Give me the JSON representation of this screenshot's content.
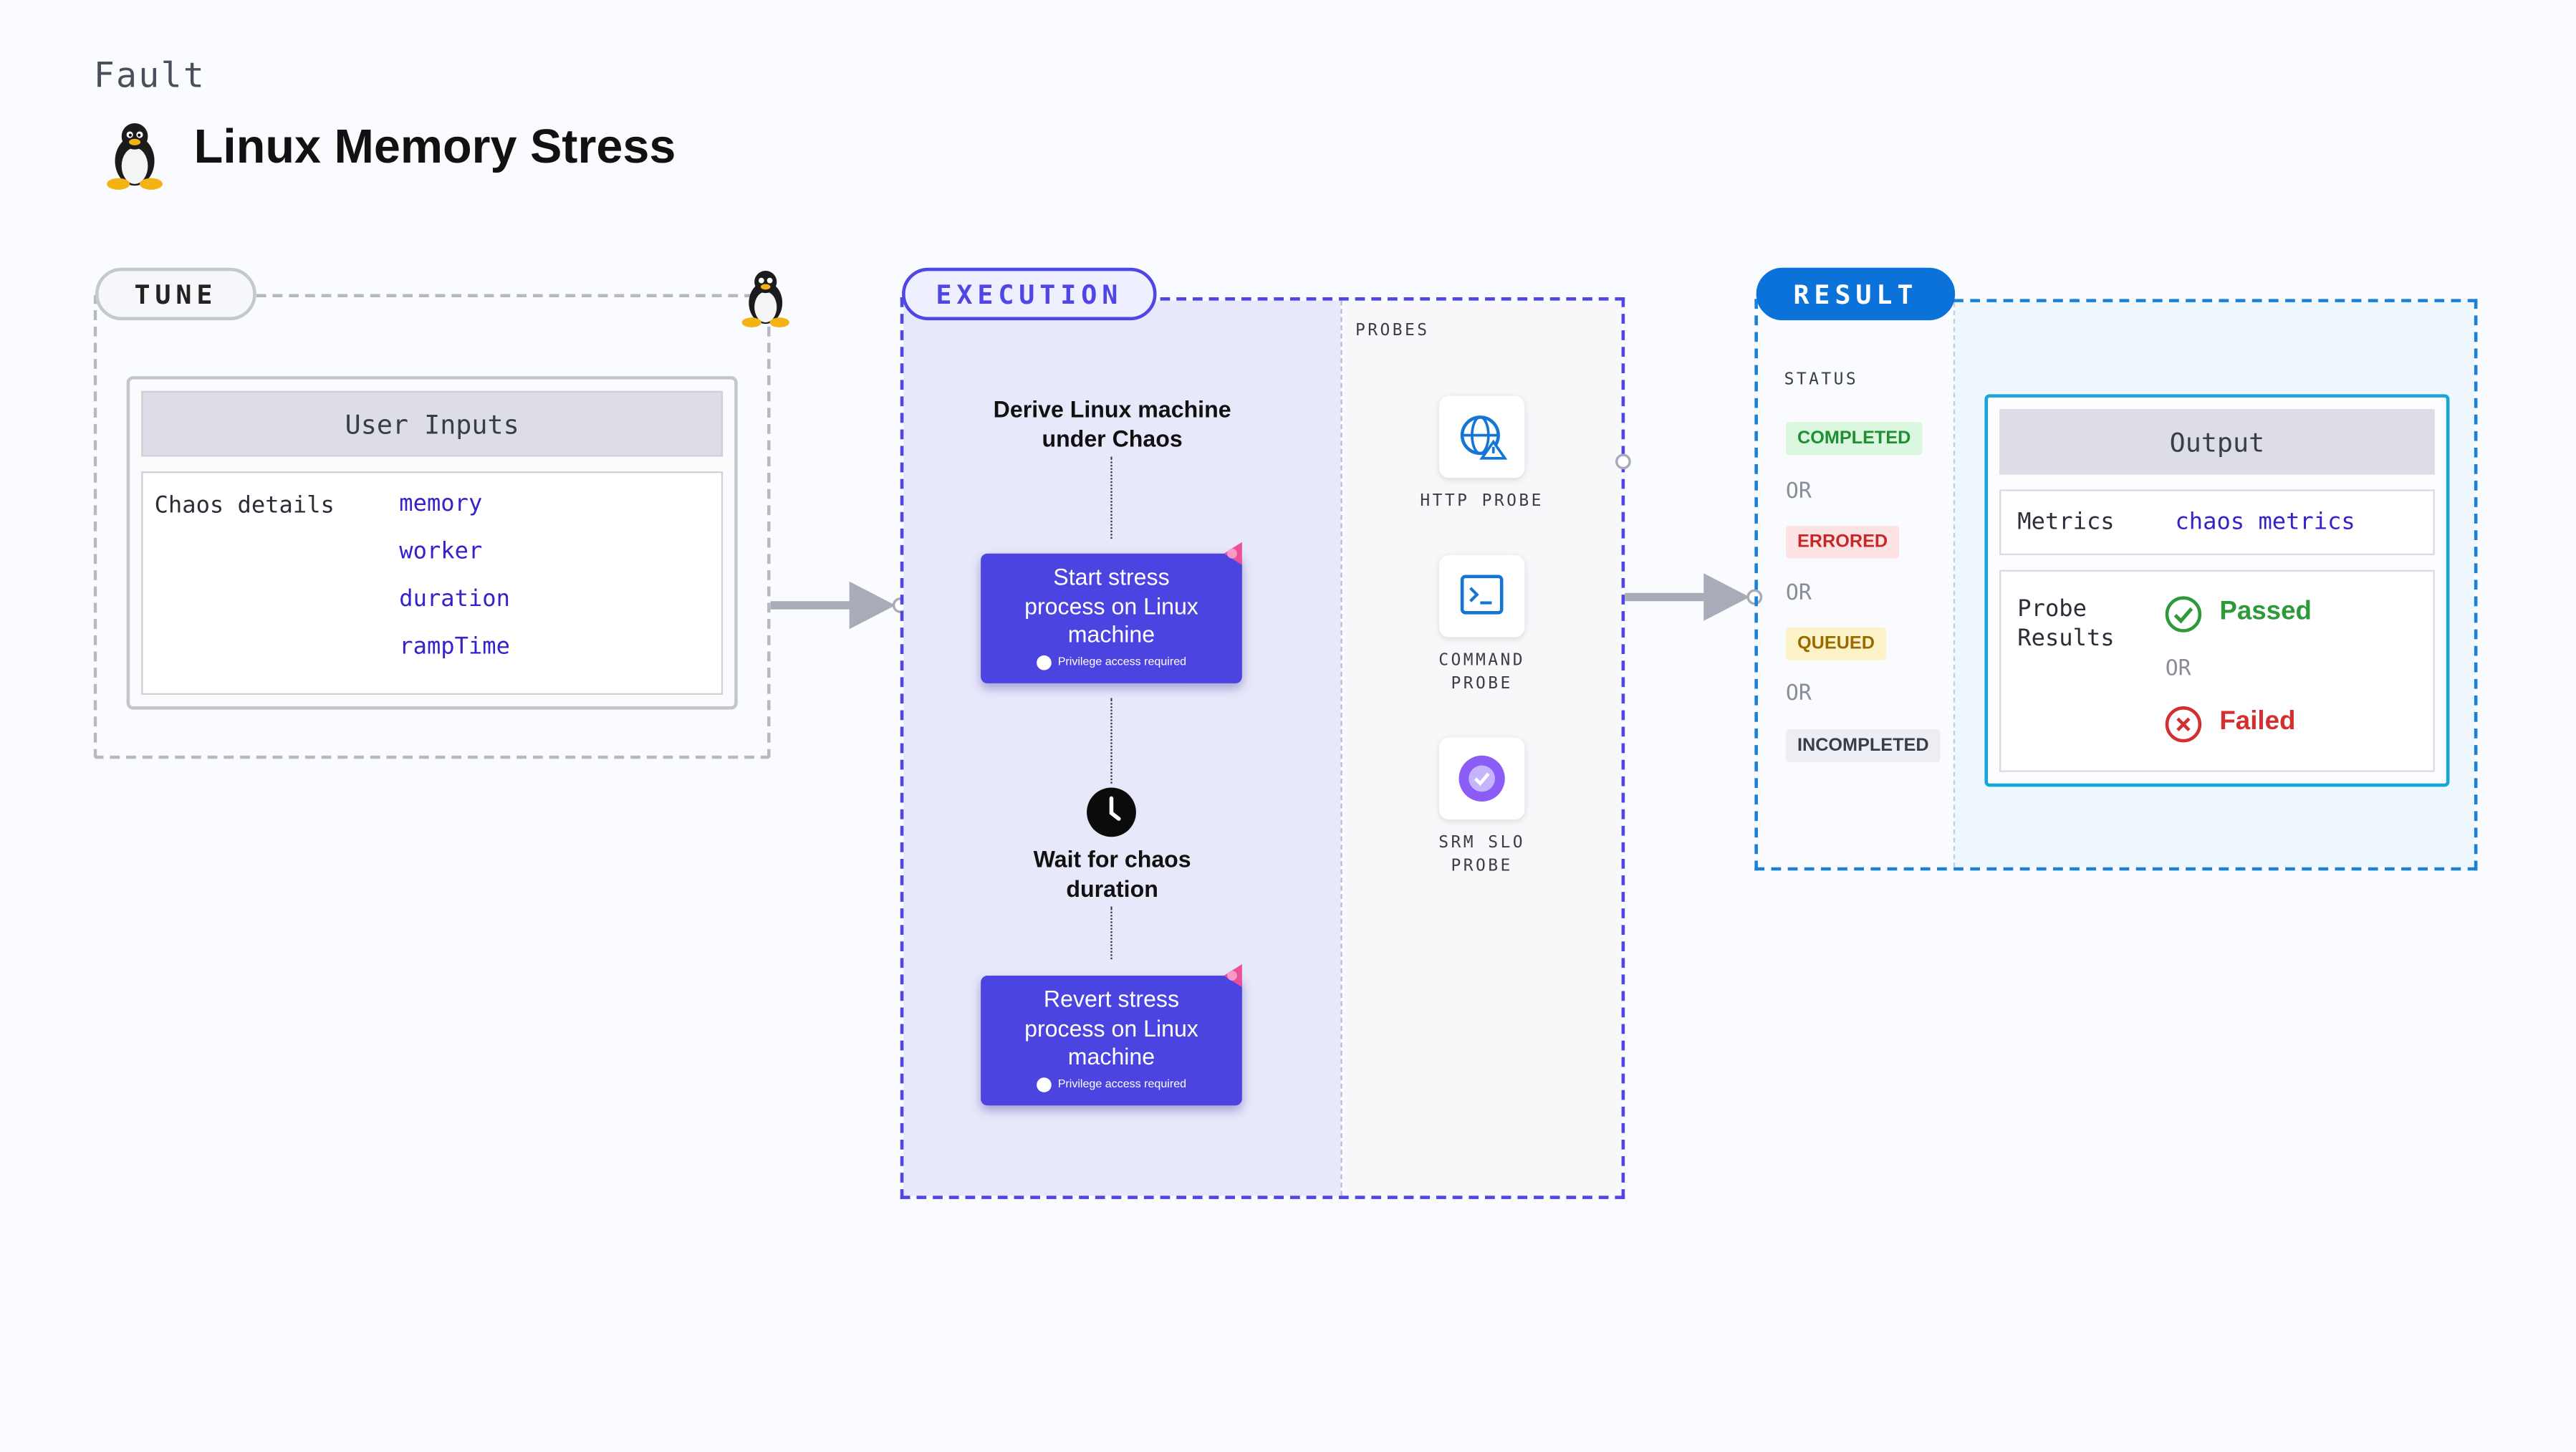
{
  "header": {
    "kind": "Fault",
    "title": "Linux Memory Stress"
  },
  "tune": {
    "pill": "TUNE",
    "user_inputs_title": "User Inputs",
    "chaos_details_label": "Chaos details",
    "params": [
      "memory",
      "worker",
      "duration",
      "rampTime"
    ]
  },
  "execution": {
    "pill": "EXECUTION",
    "step_derive": [
      "Derive Linux machine",
      "under Chaos"
    ],
    "step_start": [
      "Start stress",
      "process on Linux",
      "machine"
    ],
    "privilege": "Privilege access required",
    "step_wait": [
      "Wait for chaos",
      "duration"
    ],
    "step_revert": [
      "Revert stress",
      "process on Linux",
      "machine"
    ],
    "probes_label": "PROBES",
    "probes": [
      {
        "label": [
          "HTTP PROBE"
        ],
        "icon": "globe-warning-icon"
      },
      {
        "label": [
          "COMMAND",
          "PROBE"
        ],
        "icon": "terminal-icon"
      },
      {
        "label": [
          "SRM SLO",
          "PROBE"
        ],
        "icon": "slo-icon"
      }
    ]
  },
  "result": {
    "pill": "RESULT",
    "status_label": "STATUS",
    "statuses": [
      {
        "text": "COMPLETED",
        "bg": "#dcf7df",
        "fg": "#1e8f32"
      },
      {
        "text": "ERRORED",
        "bg": "#fde3e3",
        "fg": "#c62828"
      },
      {
        "text": "QUEUED",
        "bg": "#fdf3c9",
        "fg": "#9a6a00"
      },
      {
        "text": "INCOMPLETED",
        "bg": "#eceef3",
        "fg": "#3a3d48"
      }
    ],
    "or": "OR",
    "output_title": "Output",
    "metrics_key": "Metrics",
    "metrics_value": "chaos metrics",
    "probe_results_key": [
      "Probe",
      "Results"
    ],
    "passed": "Passed",
    "failed": "Failed"
  },
  "colors": {
    "exec_accent": "#4f46e5",
    "result_accent": "#0b72d9",
    "card": "#4b44e0"
  }
}
